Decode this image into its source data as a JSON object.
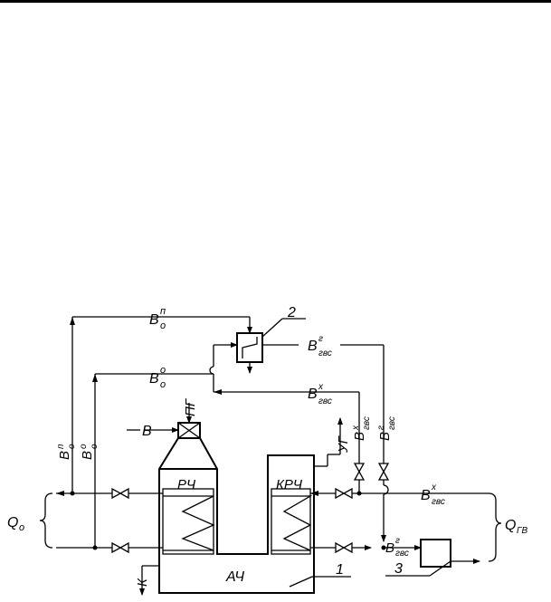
{
  "diagram": {
    "labels": {
      "top_supply": "В",
      "top_supply_sub": "о",
      "top_supply_sup": "п",
      "return_o": "В",
      "return_o_sub": "о",
      "return_o_sup": "о",
      "hw_hot": "В",
      "hw_hot_sub": "гвс",
      "hw_hot_sup": "г",
      "hw_cold": "В",
      "hw_cold_sub": "гвс",
      "hw_cold_sup": "х",
      "air": "В",
      "fuel": "ПГ",
      "exhaust": "УГ",
      "condensate": "К",
      "radiant": "РЧ",
      "convective": "КРЧ",
      "active_zone": "АЧ",
      "heat_load_o": "Q",
      "heat_load_o_sub": "о",
      "heat_load_gv": "Q",
      "heat_load_gv_sub": "ГВ",
      "num1": "1",
      "num2": "2",
      "num3": "3",
      "vert_supply": "В",
      "vert_supply_sub": "о",
      "vert_supply_sup": "п",
      "vert_return": "В",
      "vert_return_sub": "о",
      "vert_return_sup": "о",
      "vert_cold": "В",
      "vert_cold_sub": "гвс",
      "vert_cold_sup": "х",
      "vert_hot": "В",
      "vert_hot_sub": "гвс",
      "vert_hot_sup": "г",
      "right_cold": "В",
      "right_cold_sub": "гвс",
      "right_cold_sup": "х",
      "right_hot": "В",
      "right_hot_sub": "гвс",
      "right_hot_sup": "г"
    }
  }
}
